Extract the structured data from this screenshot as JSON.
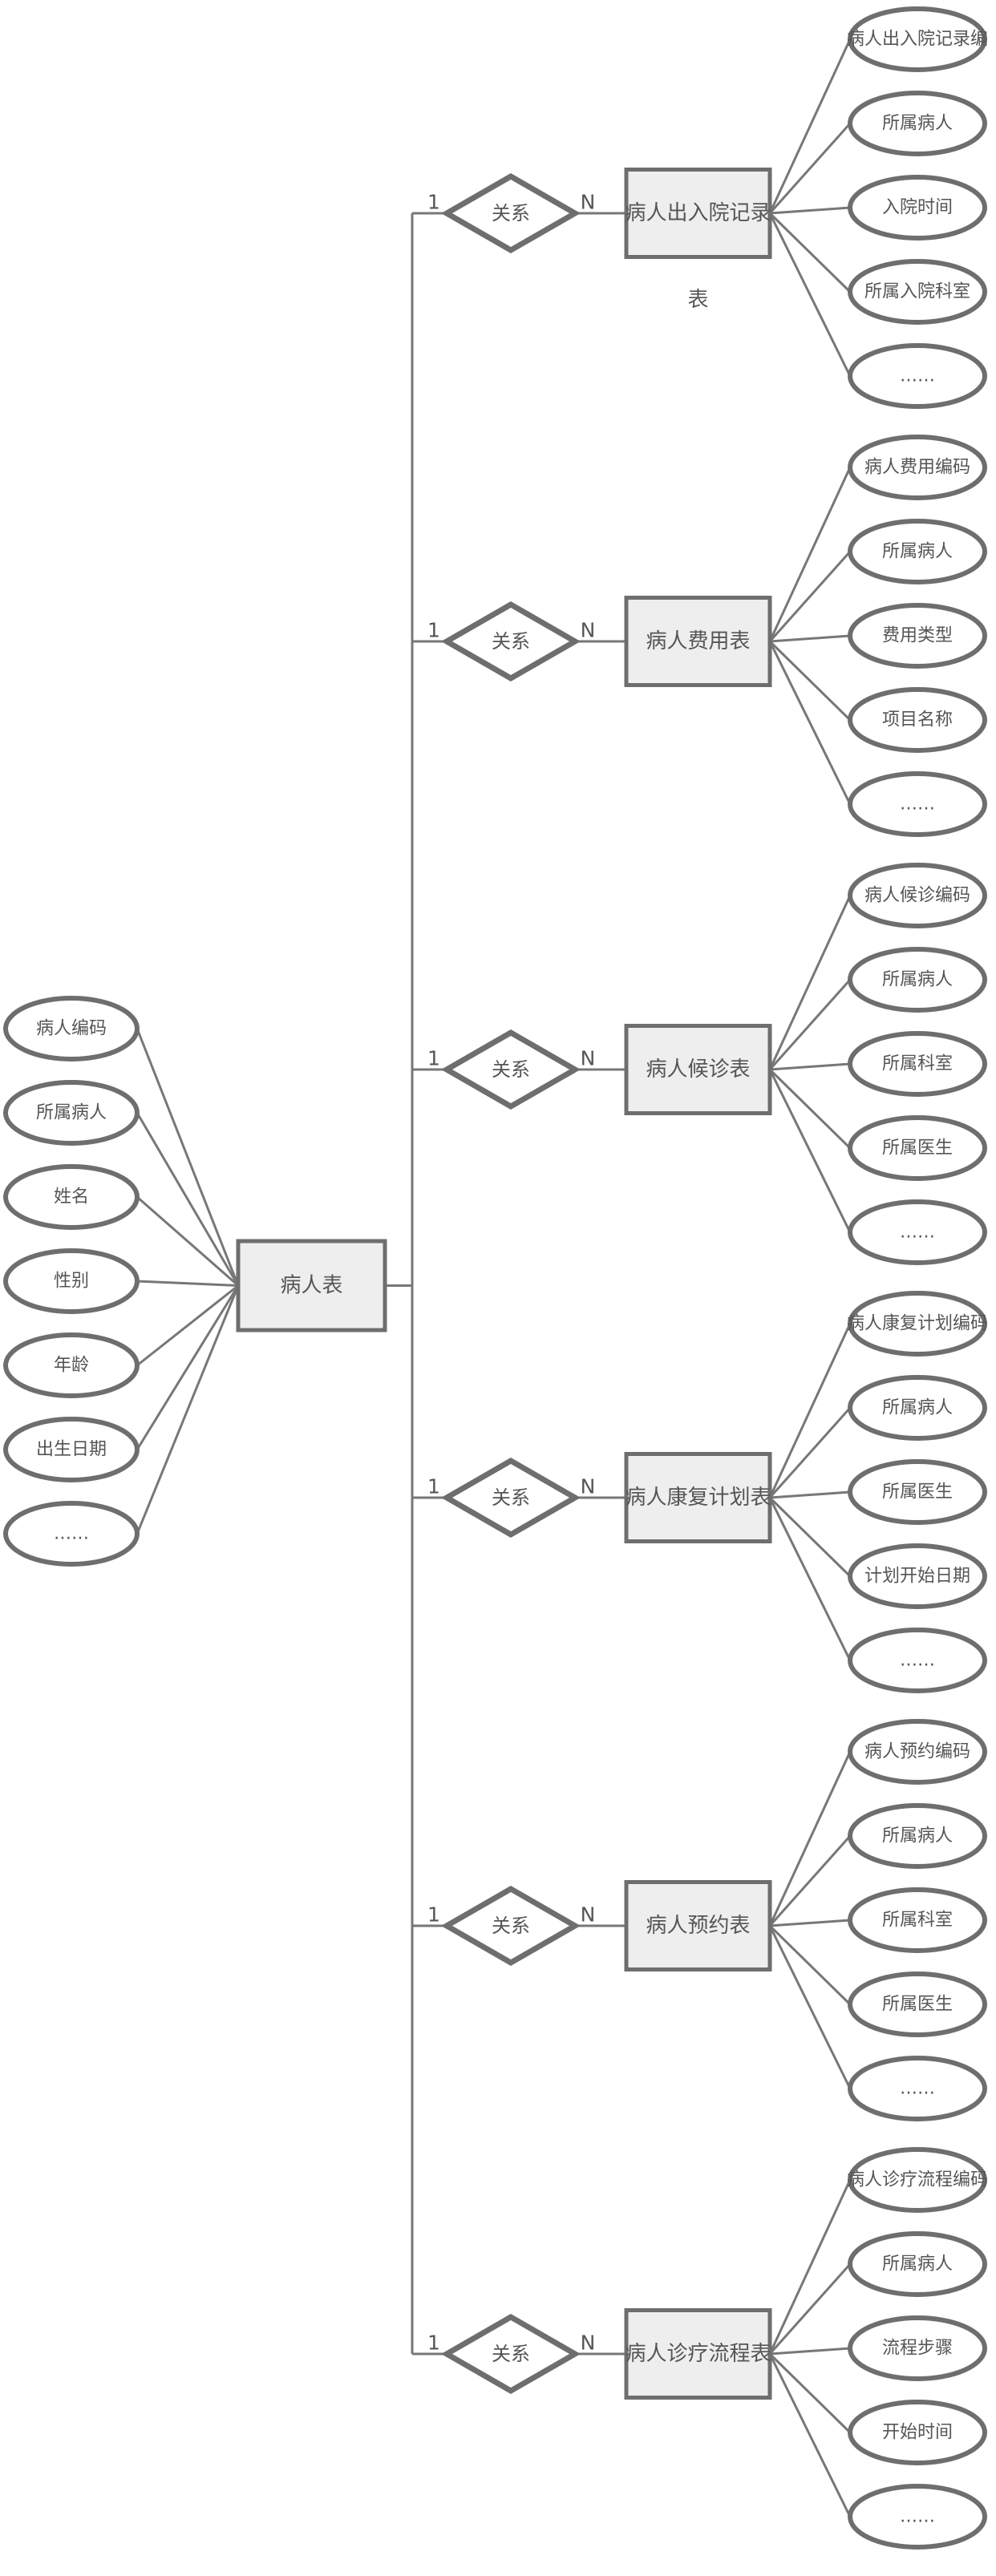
{
  "central_entity": {
    "label": "病人表",
    "attributes": [
      "病人编码",
      "所属病人",
      "姓名",
      "性别",
      "年龄",
      "出生日期",
      "……"
    ]
  },
  "relations": [
    {
      "relation_label": "关系",
      "card_left": "1",
      "card_right": "N",
      "entity": "病人出入院记录",
      "entity_caption": "表",
      "attributes": [
        "病人出入院记录编",
        "所属病人",
        "入院时间",
        "所属入院科室",
        "……"
      ]
    },
    {
      "relation_label": "关系",
      "card_left": "1",
      "card_right": "N",
      "entity": "病人费用表",
      "attributes": [
        "病人费用编码",
        "所属病人",
        "费用类型",
        "项目名称",
        "……"
      ]
    },
    {
      "relation_label": "关系",
      "card_left": "1",
      "card_right": "N",
      "entity": "病人候诊表",
      "attributes": [
        "病人候诊编码",
        "所属病人",
        "所属科室",
        "所属医生",
        "……"
      ]
    },
    {
      "relation_label": "关系",
      "card_left": "1",
      "card_right": "N",
      "entity": "病人康复计划表",
      "attributes": [
        "病人康复计划编码",
        "所属病人",
        "所属医生",
        "计划开始日期",
        "……"
      ]
    },
    {
      "relation_label": "关系",
      "card_left": "1",
      "card_right": "N",
      "entity": "病人预约表",
      "attributes": [
        "病人预约编码",
        "所属病人",
        "所属科室",
        "所属医生",
        "……"
      ]
    },
    {
      "relation_label": "关系",
      "card_left": "1",
      "card_right": "N",
      "entity": "病人诊疗流程表",
      "attributes": [
        "病人诊疗流程编码",
        "所属病人",
        "流程步骤",
        "开始时间",
        "……"
      ]
    }
  ]
}
